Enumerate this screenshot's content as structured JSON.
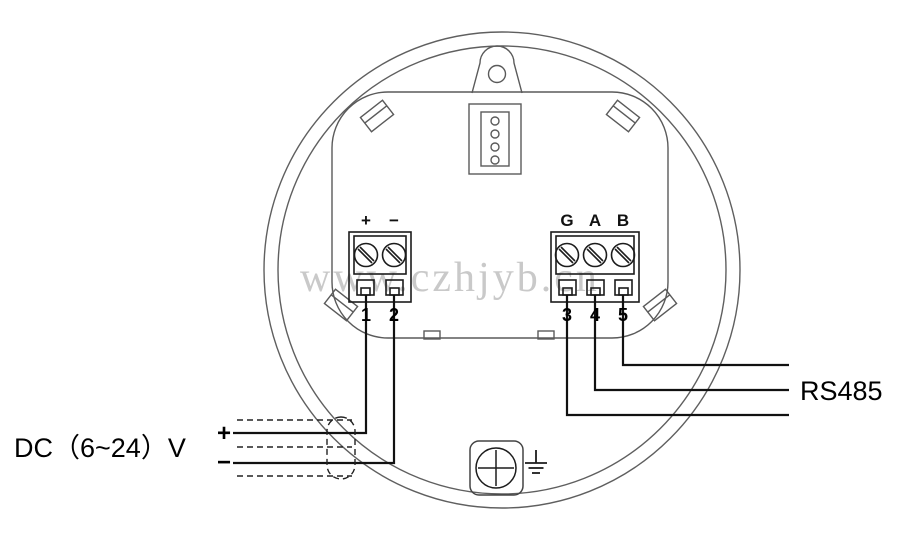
{
  "diagram": {
    "watermark": "www.czhjyb.cn",
    "power": {
      "label": "DC（6~24）V",
      "plus": "+",
      "minus": "−"
    },
    "rs485_label": "RS485",
    "left_terminal": {
      "labels": [
        "+",
        "−"
      ],
      "numbers": [
        "1",
        "2"
      ]
    },
    "right_terminal": {
      "labels": [
        "G",
        "A",
        "B"
      ],
      "numbers": [
        "3",
        "4",
        "5"
      ]
    }
  }
}
